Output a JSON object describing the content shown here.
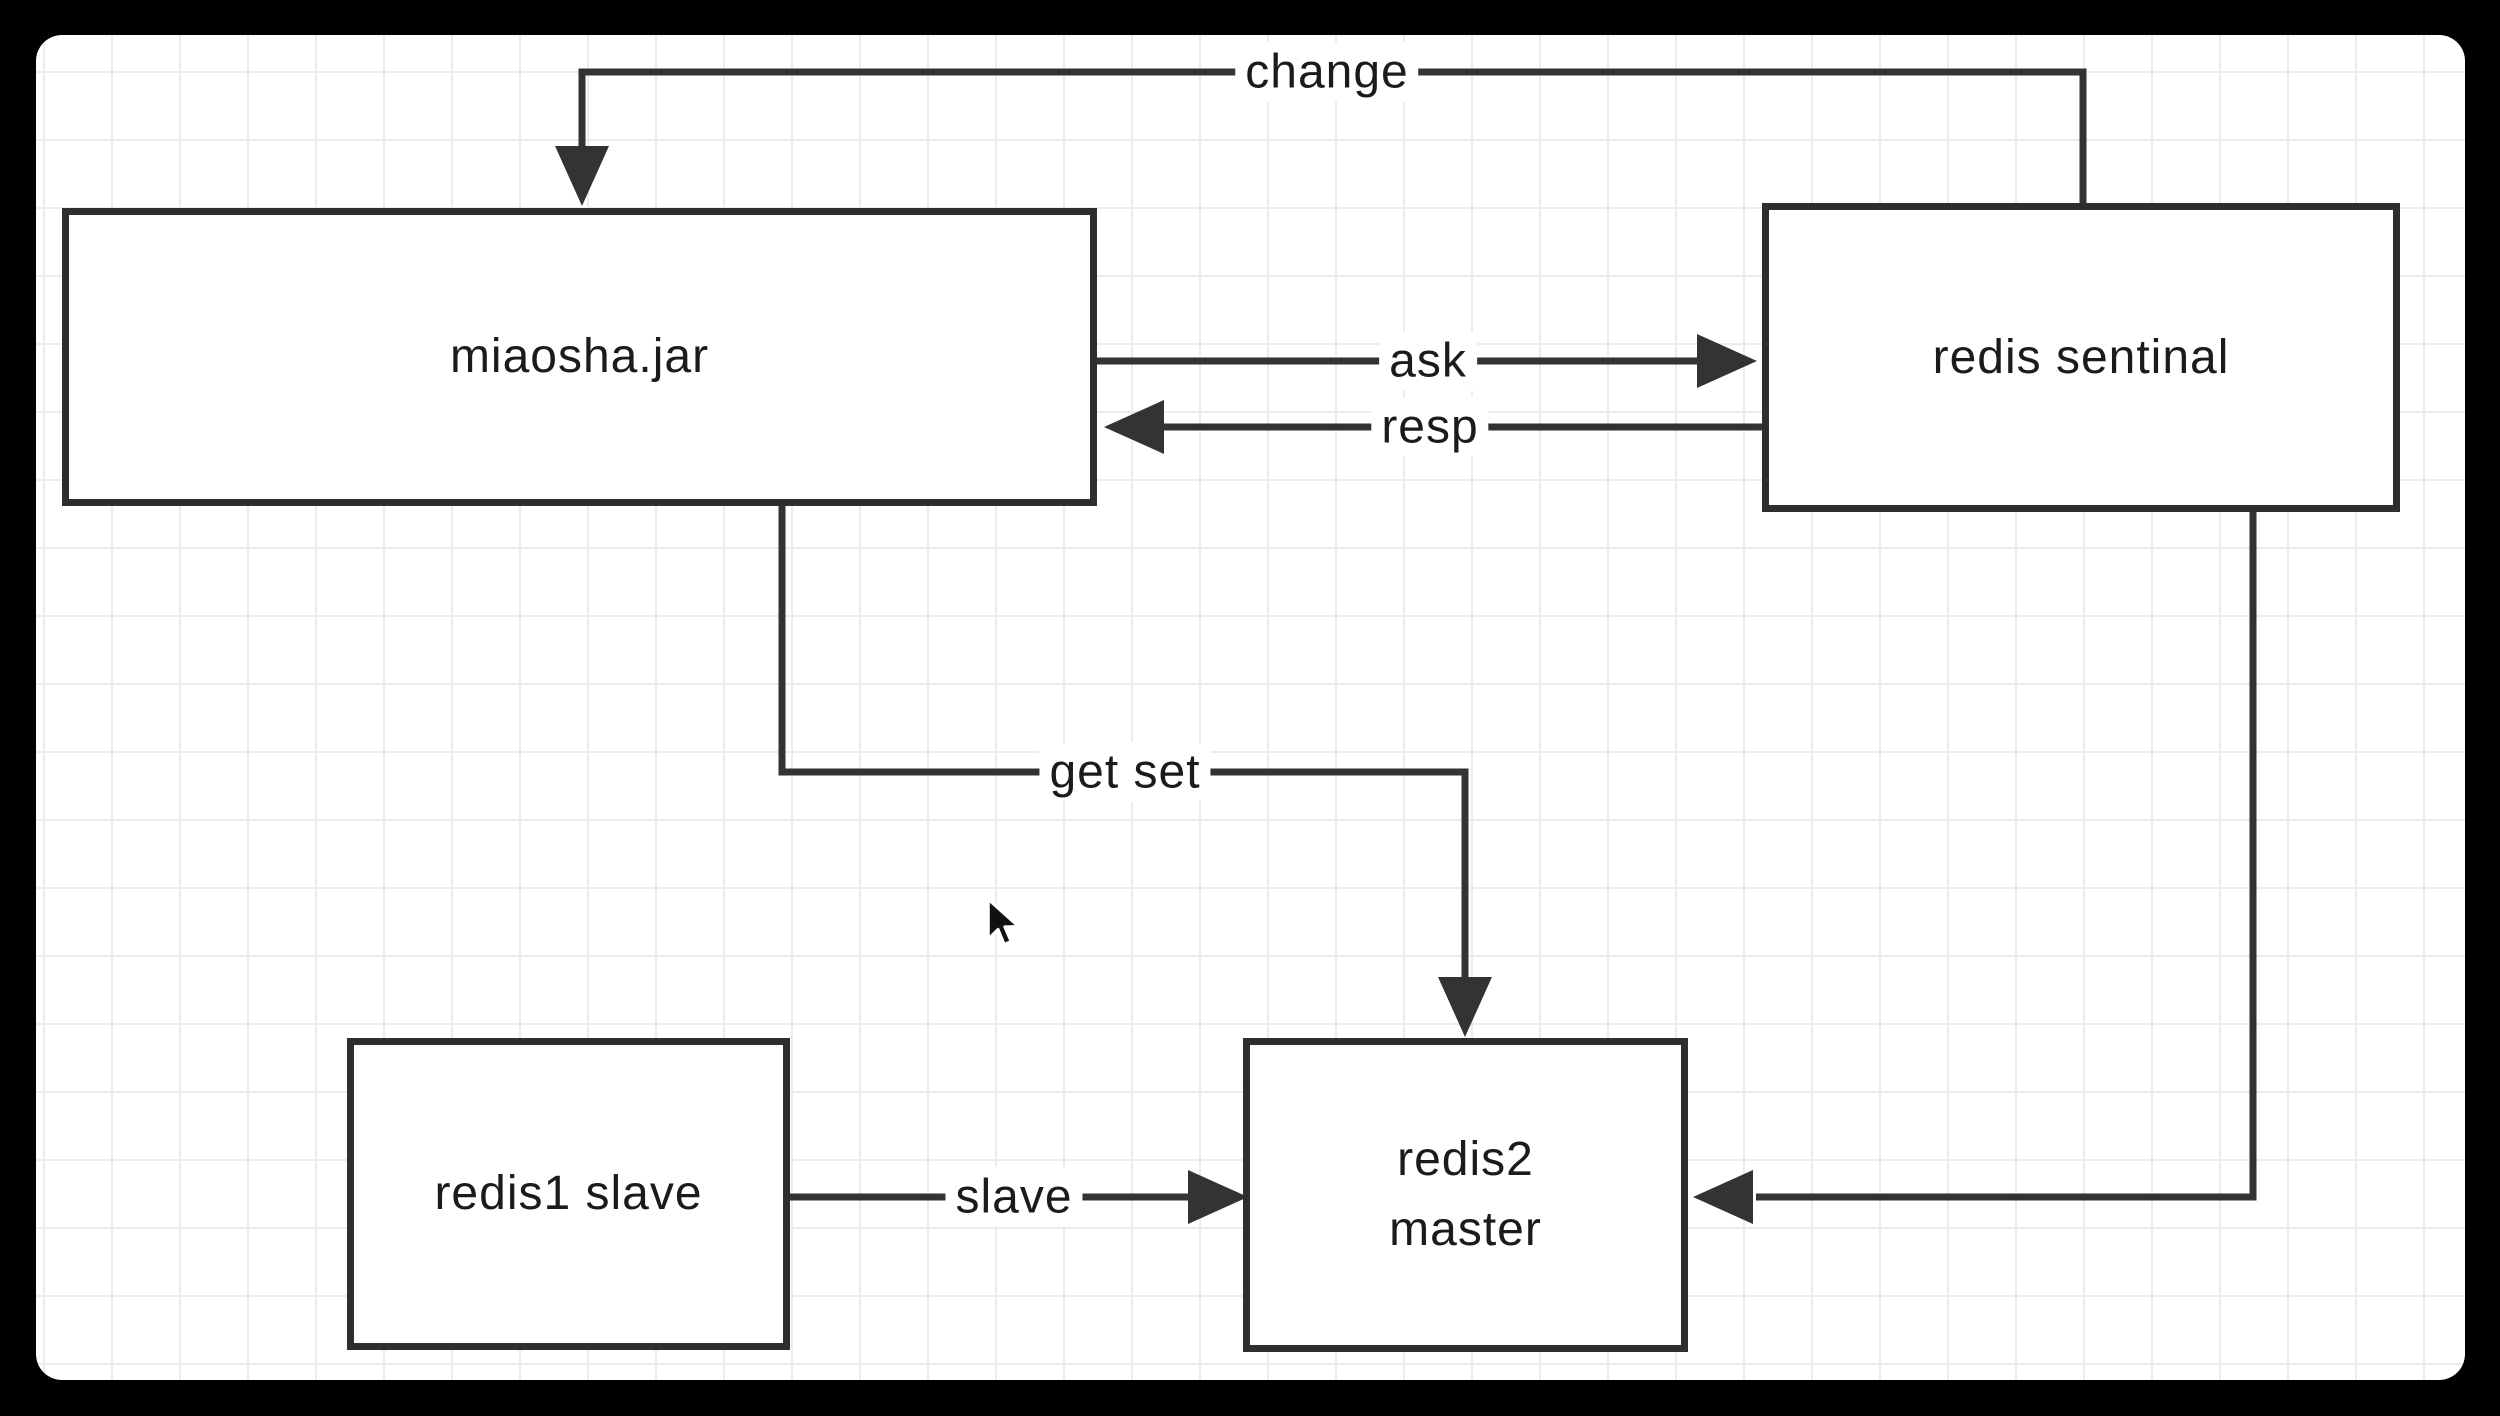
{
  "diagram": {
    "nodes": {
      "miaosha": {
        "label": "miaosha.jar"
      },
      "sentinal": {
        "label": "redis sentinal"
      },
      "redis1": {
        "label": "redis1 slave"
      },
      "redis2": {
        "label": "redis2 master",
        "line1": "redis2",
        "line2": "master"
      }
    },
    "edges": {
      "change": {
        "label": "change"
      },
      "ask": {
        "label": "ask"
      },
      "resp": {
        "label": "resp"
      },
      "getset": {
        "label": "get set"
      },
      "slave": {
        "label": "slave"
      }
    },
    "colors": {
      "frame": "#000000",
      "canvas": "#ffffff",
      "grid": "#ececec",
      "line": "#333333",
      "node_border": "#2e2e2e",
      "text": "#1b1b1b"
    }
  }
}
